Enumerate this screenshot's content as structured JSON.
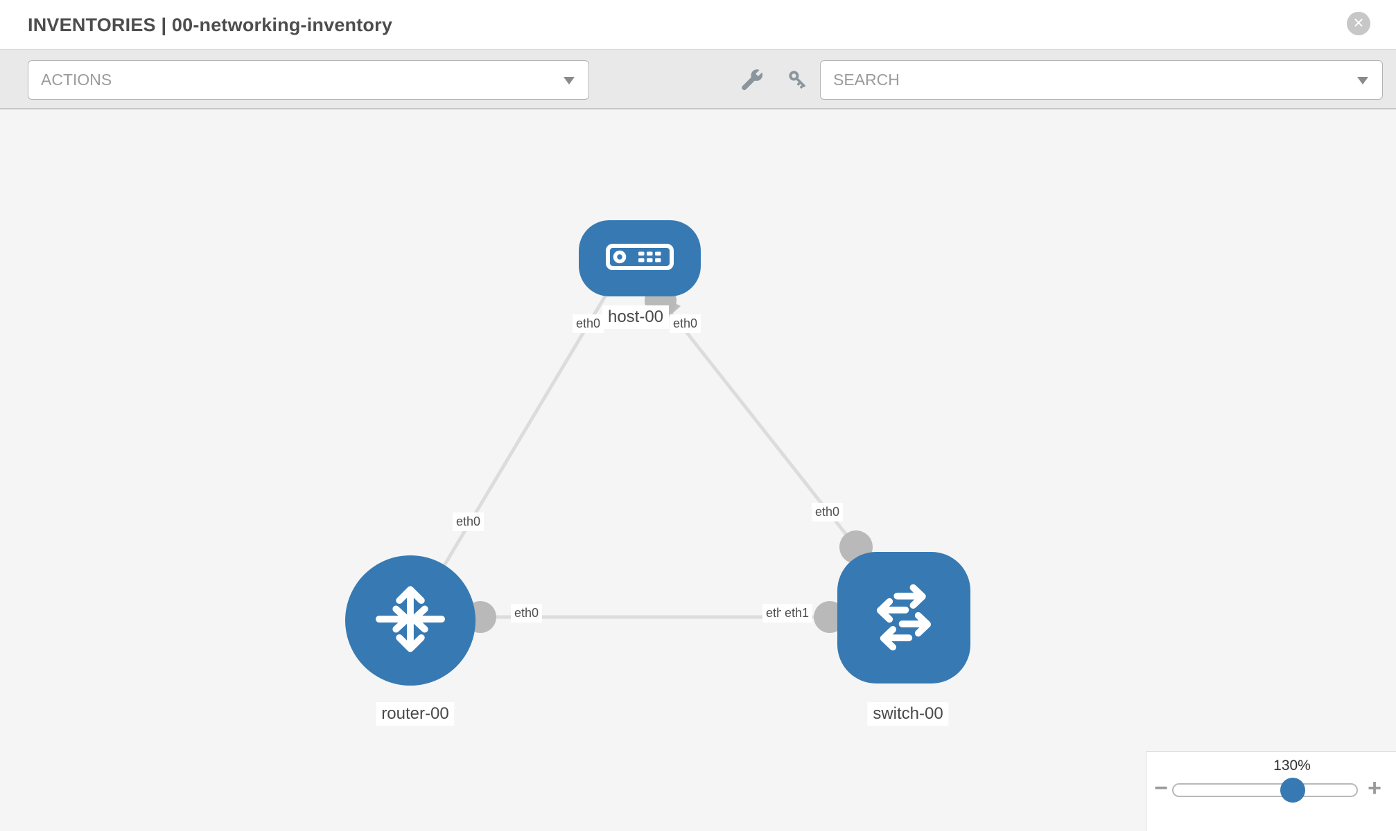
{
  "header": {
    "title": "INVENTORIES | 00-networking-inventory",
    "close_label": "✕"
  },
  "toolbar": {
    "actions": {
      "placeholder": "ACTIONS"
    },
    "search": {
      "placeholder": "SEARCH"
    },
    "icons": [
      "wrench-icon",
      "key-icon"
    ]
  },
  "topology": {
    "nodes": [
      {
        "id": "host-00",
        "type": "host",
        "label": "host-00"
      },
      {
        "id": "router-00",
        "type": "router",
        "label": "router-00"
      },
      {
        "id": "switch-00",
        "type": "switch",
        "label": "switch-00"
      }
    ],
    "port_labels": {
      "host_left": "eth0",
      "host_right": "eth0",
      "host_router_link": "eth0",
      "host_switch_link": "eth0",
      "router_end": "eth0",
      "switch_end_back": "eth0",
      "switch_end_front": "eth1"
    }
  },
  "zoom_control": {
    "level": "130%",
    "minus_label": "−",
    "plus_label": "+"
  },
  "colors": {
    "node_blue": "#377ab3",
    "link_gray": "#dcdcdc",
    "port_gray": "#b9b9b9",
    "canvas_bg": "#f5f5f5",
    "toolbar_bg": "#e9e9e9"
  }
}
